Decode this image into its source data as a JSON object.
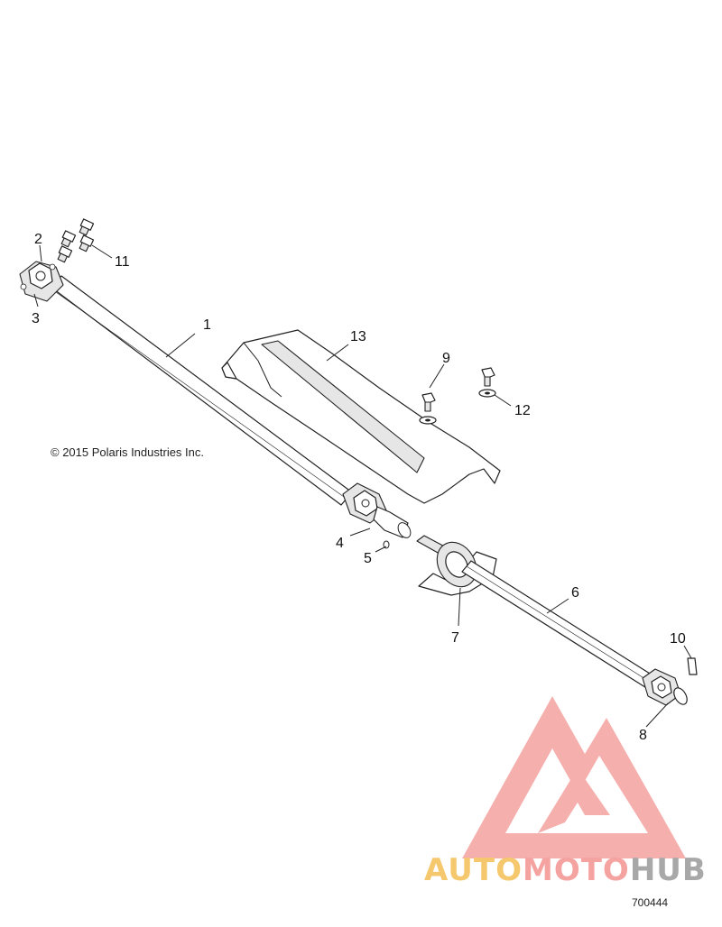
{
  "diagram": {
    "copyright": "© 2015 Polaris Industries Inc.",
    "figure_number": "700444",
    "callouts": [
      "1",
      "2",
      "3",
      "4",
      "5",
      "6",
      "7",
      "8",
      "9",
      "10",
      "11",
      "12",
      "13"
    ]
  },
  "watermark": {
    "part1": "AUTO",
    "part2": "MOTO",
    "part3": "HUB",
    "colors": {
      "auto": "#f5c86e",
      "moto": "#f4a3a0",
      "hub": "#a8a8a8",
      "logo": "#f4a3a0"
    }
  }
}
